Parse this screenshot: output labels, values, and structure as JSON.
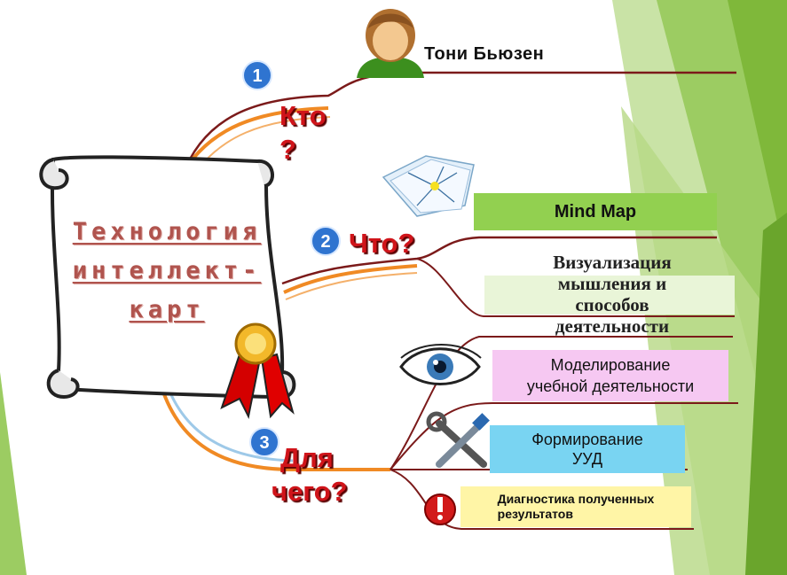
{
  "center": {
    "lines": [
      "Технология",
      "интеллект-",
      "карт"
    ]
  },
  "branches": {
    "who": {
      "badge": "1",
      "question": [
        "Кто",
        "?"
      ],
      "name": "Тони Бьюзен"
    },
    "what": {
      "badge": "2",
      "question": "Что?",
      "mindmap": "Mind Map",
      "visualization": [
        "Визуализация",
        "мышления и",
        "способов",
        "деятельности"
      ]
    },
    "why": {
      "badge": "3",
      "question": [
        "Для",
        "чего?"
      ],
      "items": [
        [
          "Моделирование",
          "учебной деятельности"
        ],
        [
          "Формирование",
          "УУД"
        ],
        [
          "Диагностика полученных",
          "результатов"
        ]
      ]
    }
  },
  "colors": {
    "accent_green": "#92d050",
    "question_red": "#d0141a",
    "branch_dark": "#7b1a1a",
    "branch_orange": "#f08a24",
    "badge_blue": "#2f74d0",
    "title_brown": "#b0544e"
  },
  "icons": [
    "person-avatar-icon",
    "mindmap-sketch-icon",
    "eye-icon",
    "tools-icon",
    "exclamation-icon",
    "scroll-icon",
    "award-ribbon-icon"
  ]
}
